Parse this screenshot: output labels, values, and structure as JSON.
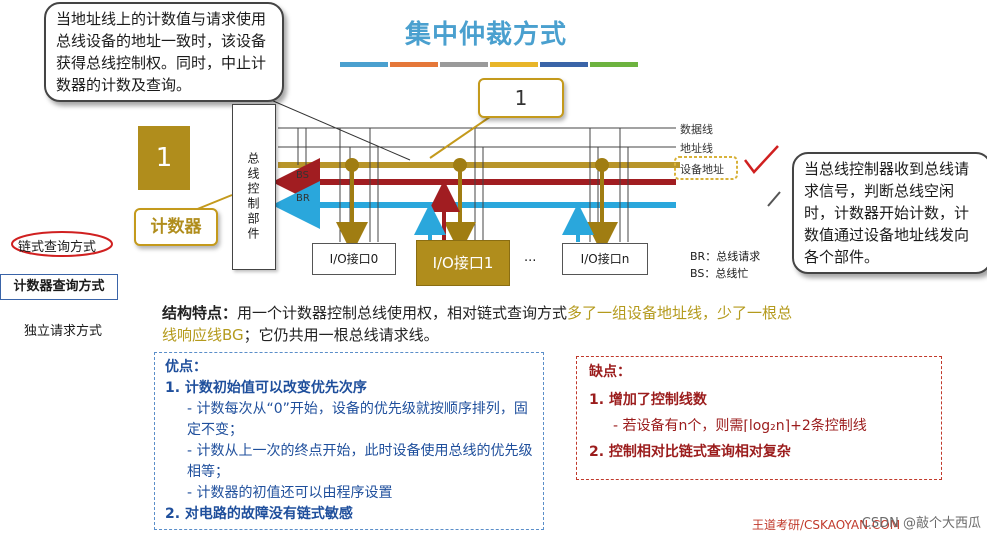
{
  "title": "集中仲裁方式",
  "title_bar_colors": [
    "#4aa0cf",
    "#e57739",
    "#9a9a9a",
    "#e8b529",
    "#3a64a8",
    "#6db33f"
  ],
  "callout_left": "当地址线上的计数值与请求使用总线设备的地址一致时，该设备获得总线控制权。同时，中止计数器的计数及查询。",
  "callout_top_value": "1",
  "counter_value": "1",
  "counter_label": "计数器",
  "controller_label": "总线控制部件",
  "bus_labels": {
    "data": "数据线",
    "addr": "地址线",
    "dev_addr": "设备地址",
    "bs": "BS",
    "br": "BR"
  },
  "io_labels": [
    "I/O接口0",
    "I/O接口1",
    "I/O接口n"
  ],
  "io_ellipsis": "···",
  "legend": {
    "br": "BR：总线请求",
    "bs": "BS：总线忙"
  },
  "callout_right": "当总线控制器收到总线请求信号，判断总线空闲时，计数器开始计数，计数值通过设备地址线发向各个部件。",
  "side_menu": [
    "链式查询方式",
    "计数器查询方式",
    "独立请求方式"
  ],
  "structure": {
    "label": "结构特点：",
    "part1": "用一个计数器控制总线使用权，相对链式查询方式",
    "highlight": "多了一组设备地址线，少了一根总线响应线BG",
    "part2": "；它仍共用一根总线请求线。"
  },
  "advantages": {
    "heading": "优点：",
    "item1": "1.  计数初始值可以改变优先次序",
    "sub1a": "- 计数每次从“0”开始，设备的优先级就按顺序排列，固定不变；",
    "sub1b": "- 计数从上一次的终点开始，此时设备使用总线的优先级相等；",
    "sub1c": "- 计数器的初值还可以由程序设置",
    "item2": "2.  对电路的故障没有链式敏感"
  },
  "disadvantages": {
    "heading": "缺点：",
    "item1": "1.   增加了控制线数",
    "sub1": "- 若设备有n个，则需⌈log₂n⌉+2条控制线",
    "item2": "2.   控制相对比链式查询相对复杂"
  },
  "footer_watermark": "CSDN @敲个大西瓜",
  "footer_brand": "王道考研/CSKAOYAN.COM"
}
